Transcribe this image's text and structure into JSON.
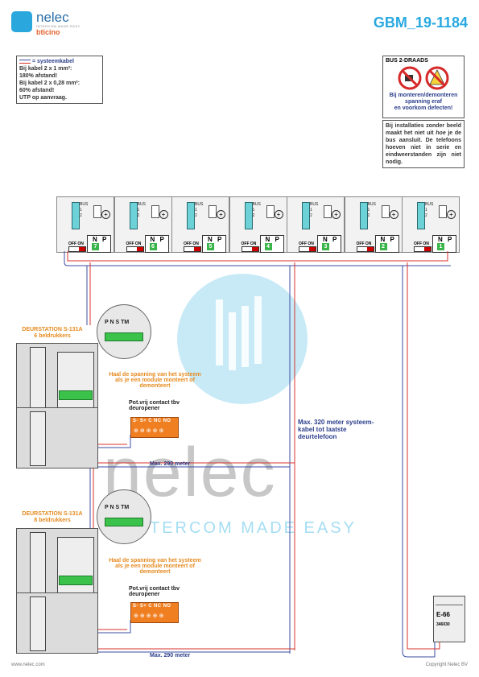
{
  "header": {
    "logo_name": "nelec",
    "logo_tagline": "INTERCOM MADE EASY",
    "logo_brand": "bticino",
    "doc_code": "GBM_19-1184"
  },
  "cable_note": {
    "title": "= systeemkabel",
    "lines": [
      "Bij kabel 2 x 1 mm²:",
      "180% afstand!",
      "Bij kabel 2 x 0,28 mm²:",
      "60% afstand!",
      "UTP op aanvraag."
    ]
  },
  "bus_box": {
    "title": "BUS 2-DRAADS",
    "warning_lines": [
      "Bij monteren/demonteren",
      "spanning eraf",
      "en voorkom defecten!"
    ]
  },
  "info_box": {
    "part1": "Bij installaties zonder beeld maakt het niet uit ",
    "italic": "hoe",
    "part2": " je de bus aansluit. De telefoons hoeven niet in serie en eindweerstanden zijn niet nodig."
  },
  "phone_labels": {
    "bus": "BUS",
    "one": "1",
    "two": "2",
    "n": "N",
    "p": "P",
    "offon": "OFF ON"
  },
  "phones": [
    "7",
    "6",
    "5",
    "4",
    "3",
    "2",
    "1"
  ],
  "stations": [
    {
      "title": "DEURSTATION S-131A",
      "subtitle": "6 beldrukkers",
      "keys": "P N S TM",
      "voltage_note": "Haal de spanning van het systeem als je een module monteert of demonteert",
      "contact": "Pot.vrij contact tbv deuropener",
      "relay_label": "S-  S+ C NC NO",
      "distance": "Max. 290 meter"
    },
    {
      "title": "DEURSTATION S-131A",
      "subtitle": "8 beldrukkers",
      "keys": "P N S TM",
      "voltage_note": "Haal de spanning van het systeem als je een module monteert of demonteert",
      "contact": "Pot.vrij contact tbv deuropener",
      "relay_label": "S-  S+ C NC NO",
      "distance": "Max. 290 meter"
    }
  ],
  "max_system": "Max. 320 meter systeem-kabel tot laatste deurtelefoon",
  "psu": {
    "label": "E-66",
    "code": "346030"
  },
  "watermark": {
    "name": "nelec",
    "tagline": "INTERCOM MADE EASY"
  },
  "footer": {
    "left": "www.nelec.com",
    "right": "Copyright Nelec BV"
  },
  "colors": {
    "accent": "#29a9e0",
    "cable_blue": "#3b4ea1",
    "cable_red": "#d9312b",
    "relay": "#f07f22"
  }
}
